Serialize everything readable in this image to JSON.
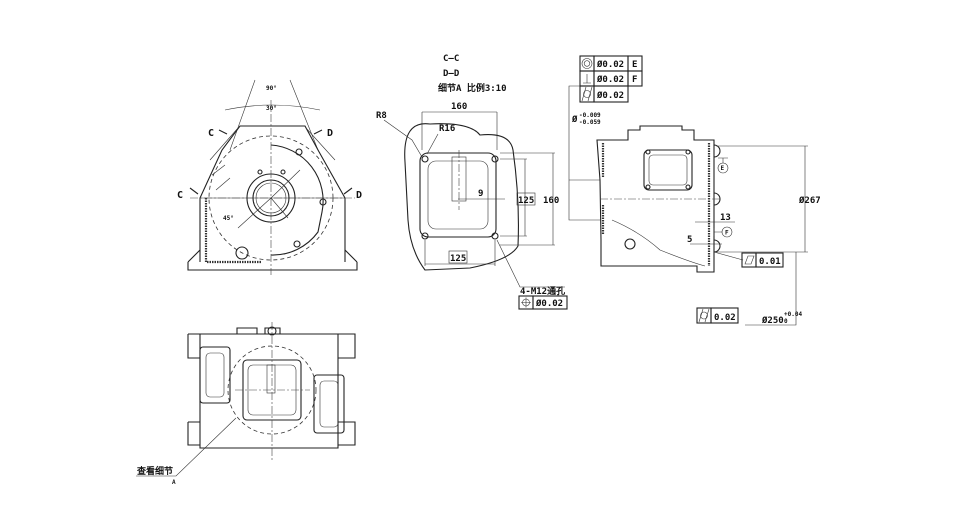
{
  "section_labels": {
    "cc": "C—C",
    "dd": "D—D",
    "detail_scale": "细节A  比例3:10"
  },
  "front_view": {
    "section_c": "C",
    "section_d": "D",
    "angle_top": "90°",
    "angle_mid": "30°",
    "angle_low": "45°"
  },
  "bottom_view": {
    "detail_callout": "查看细节",
    "detail_letter": "A"
  },
  "detail_a": {
    "dim_width": "160",
    "dim_height": "160",
    "radius_outer": "R8",
    "radius_inner": "R16",
    "dim_offset": "9",
    "dim_hole_v": "125",
    "dim_hole_h": "125",
    "holes_note": "4-M12通孔",
    "position_tol": "Ø0.02"
  },
  "side_view": {
    "fcf": [
      {
        "symbol": "concentricity",
        "value": "Ø0.02",
        "datum": "E"
      },
      {
        "symbol": "perpendicularity",
        "value": "Ø0.02",
        "datum": "F"
      },
      {
        "symbol": "cylindricity",
        "value": "Ø0.02",
        "datum": ""
      }
    ],
    "bore_tol": "Ø",
    "bore_tol_upper": "-0.009",
    "bore_tol_lower": "-0.059",
    "datum_e": "E",
    "datum_f": "F",
    "dim_13": "13",
    "dim_5": "5",
    "dia_267": "Ø267",
    "flatness": "0.01",
    "cyl_tol": "0.02",
    "dia_250": "Ø250",
    "dia_250_upper": "+0.04",
    "dia_250_lower": "0"
  }
}
